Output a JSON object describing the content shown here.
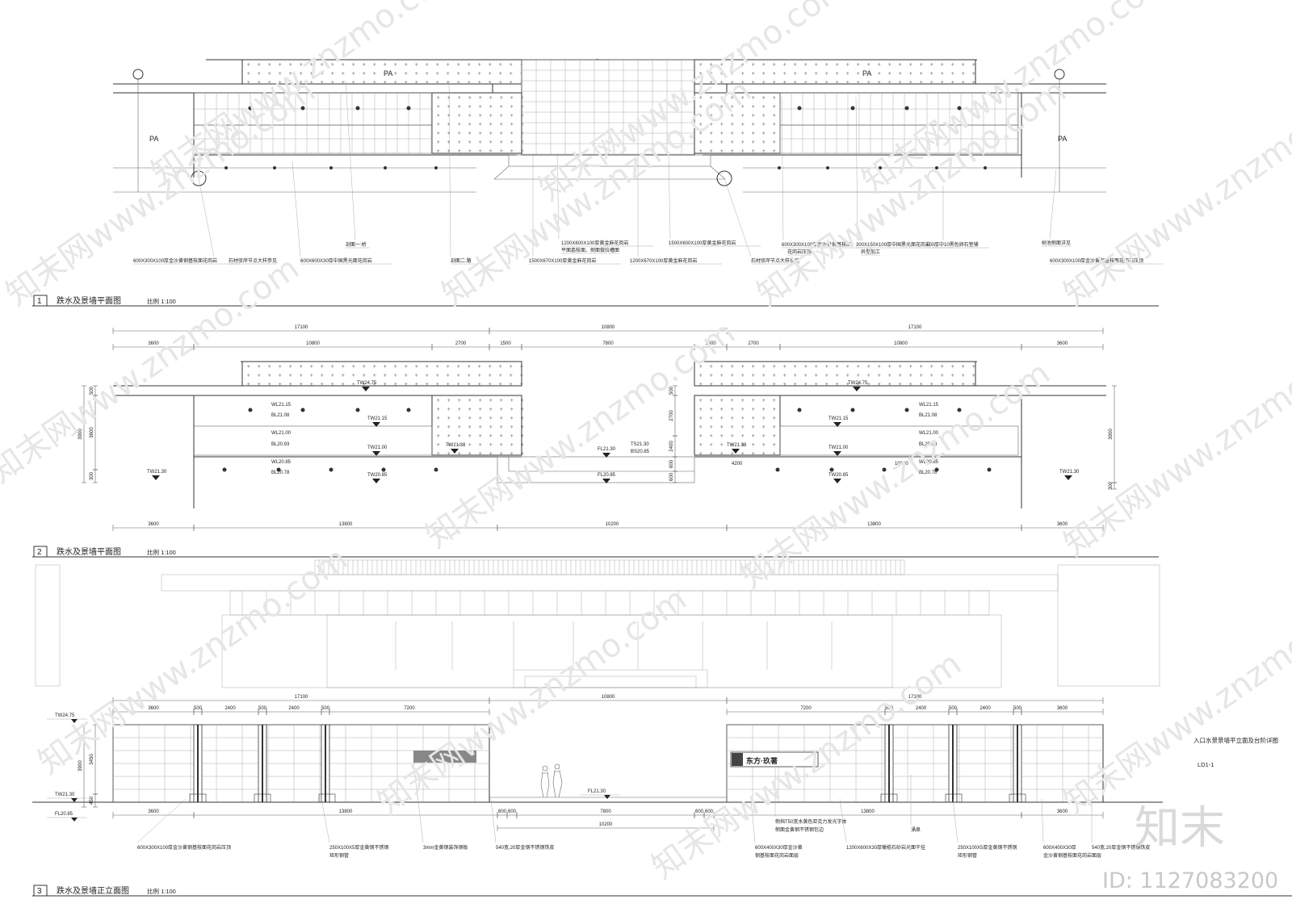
{
  "plan1": {
    "labels": {
      "pa_left": "PA",
      "pa_top_left": "PA",
      "pa_top_right": "PA",
      "pa_right": "PA"
    },
    "callouts": [
      "600X300X100厚金沙黄钢基枝面花岗岩",
      "石材驳岸节点大样参见",
      "600X600X30厚中国黑光面花岗岩",
      "剖面一:桥",
      "剖面二:路",
      "1200X600X100厚黄金麻花岗岩",
      "平面荔枝面、侧面做拉槽面",
      "1500X670X100厚黄金麻花岗岩",
      "1500X600X100厚黄金麻花岗岩",
      "1200X670X100厚黄金麻花岗岩",
      "石材驳岸节点大样参见",
      "600X300X100厚金沙黄钢基枝面",
      "花岗岩压顶",
      "300X150X100厚中国黑光面花岗岩",
      "异型加工",
      "100厚中10黑色卵石垫铺",
      "树池侧面详见",
      "600X300X100厚金沙黄钢基枝面花岗岩压顶"
    ],
    "title_no": "1",
    "title": "跌水及景墙平面图",
    "scale": "比例 1:100"
  },
  "plan2": {
    "dims_top": [
      "17100",
      "10800",
      "17100"
    ],
    "dims_second": [
      "3600",
      "10800",
      "2700",
      "1500",
      "7800",
      "1500",
      "2700",
      "10800",
      "3600"
    ],
    "dims_bottom": [
      "3600",
      "13800",
      "10200",
      "13800",
      "3600"
    ],
    "dims_left": [
      "500",
      "3600",
      "3900",
      "300"
    ],
    "dims_mid": [
      "500",
      "2700",
      "2400",
      "600",
      "600"
    ],
    "dims_right": [
      "3900",
      "300"
    ],
    "dims_inner": [
      "4200",
      "10800"
    ],
    "levels": [
      "TW24.75",
      "WL21.15",
      "BL21.08",
      "TW21.15",
      "WL21.00",
      "BL20.93",
      "TW21.00",
      "WL20.85",
      "BL20.78",
      "TW20.85",
      "TW21.30",
      "TW21.38",
      "FL21.30",
      "TS21.30",
      "BS20.85",
      "FL20.85",
      "TW24.75",
      "WL21.15",
      "BL21.08",
      "TW21.15",
      "WL21.00",
      "BL20.93",
      "TW21.00",
      "TW21.38",
      "WL20.85",
      "BL20.78",
      "TW20.85",
      "TW21.30"
    ],
    "title_no": "2",
    "title": "跌水及景墙平面图",
    "scale": "比例 1:100"
  },
  "elev3": {
    "dims_top_overall": [
      "17100",
      "10800",
      "17100"
    ],
    "dims_top": [
      "3600",
      "500",
      "2400",
      "500",
      "2400",
      "500",
      "7200",
      "7200",
      "500",
      "2400",
      "500",
      "2400",
      "500",
      "3600"
    ],
    "dims_left": [
      "3450",
      "3900",
      "450"
    ],
    "levels": [
      "TW24.75",
      "TW21.30",
      "FL20.85",
      "FL21.30"
    ],
    "dims_bottom": [
      "3600",
      "13800",
      "600",
      "600",
      "7800",
      "600",
      "600",
      "13800",
      "3600"
    ],
    "dims_bottom2": "10200",
    "wall_sign": "东方·玖著",
    "callouts": [
      "600X300X100厚金沙黄钢基枝面花岗岩压顶",
      "250X100X5厚金黄钢不锈钢",
      "矩形钢管",
      "3mm金黄钢装饰钢板",
      "540宽,20厚金钢不锈钢铁皮",
      "600X400X30厚金沙黄",
      "钢基枝面花岗岩面层",
      "侧挡T50宽水黄色亚克力发光字体",
      "侧面金黄钢不锈钢包边",
      "1200X600X30厚橄榄石砂岩光面干挂",
      "涌泉",
      "250X100X5厚金黄钢不锈钢",
      "矩形钢管",
      "600X400X30厚",
      "金沙黄钢基枝面花岗岩面层",
      "540宽,20厚金钢不锈钢铁皮"
    ],
    "title_no": "3",
    "title": "跌水及景墙正立面图",
    "scale": "比例 1:100"
  },
  "sheet_info": {
    "name": "入口水景景墙平立面及台阶详图",
    "code": "LD1-1"
  },
  "watermark": {
    "text": "知末网www.znzmo.com",
    "logo": "知末",
    "id": "ID: 1127083200"
  }
}
